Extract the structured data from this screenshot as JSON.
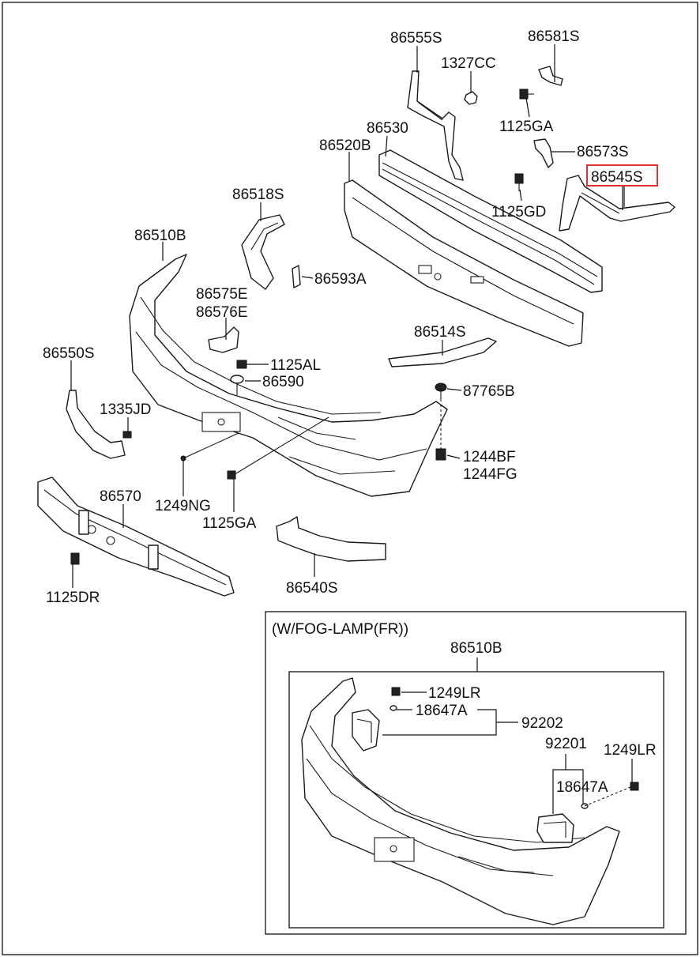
{
  "labels": {
    "p86555S": "86555S",
    "p86581S": "86581S",
    "p1327CC": "1327CC",
    "p1125GA_top": "1125GA",
    "p86530": "86530",
    "p86520B": "86520B",
    "p86573S": "86573S",
    "p86545S": "86545S",
    "p1125GD": "1125GD",
    "p86518S": "86518S",
    "p86510B": "86510B",
    "p86593A": "86593A",
    "p86575E": "86575E",
    "p86576E": "86576E",
    "p86514S": "86514S",
    "p86550S": "86550S",
    "p1125AL": "1125AL",
    "p86590": "86590",
    "p87765B": "87765B",
    "p1335JD": "1335JD",
    "p1244BF": "1244BF",
    "p1244FG": "1244FG",
    "p86570": "86570",
    "p1249NG": "1249NG",
    "p1125GA_bottom": "1125GA",
    "p1125DR": "1125DR",
    "p86540S": "86540S"
  },
  "fog_lamp_section": {
    "title": "(W/FOG-LAMP(FR))",
    "labels": {
      "p86510B": "86510B",
      "p1249LR_a": "1249LR",
      "p18647A_a": "18647A",
      "p92202": "92202",
      "p92201": "92201",
      "p1249LR_b": "1249LR",
      "p18647A_b": "18647A"
    }
  },
  "highlight": {
    "part": "86545S",
    "color": "#e03030"
  }
}
